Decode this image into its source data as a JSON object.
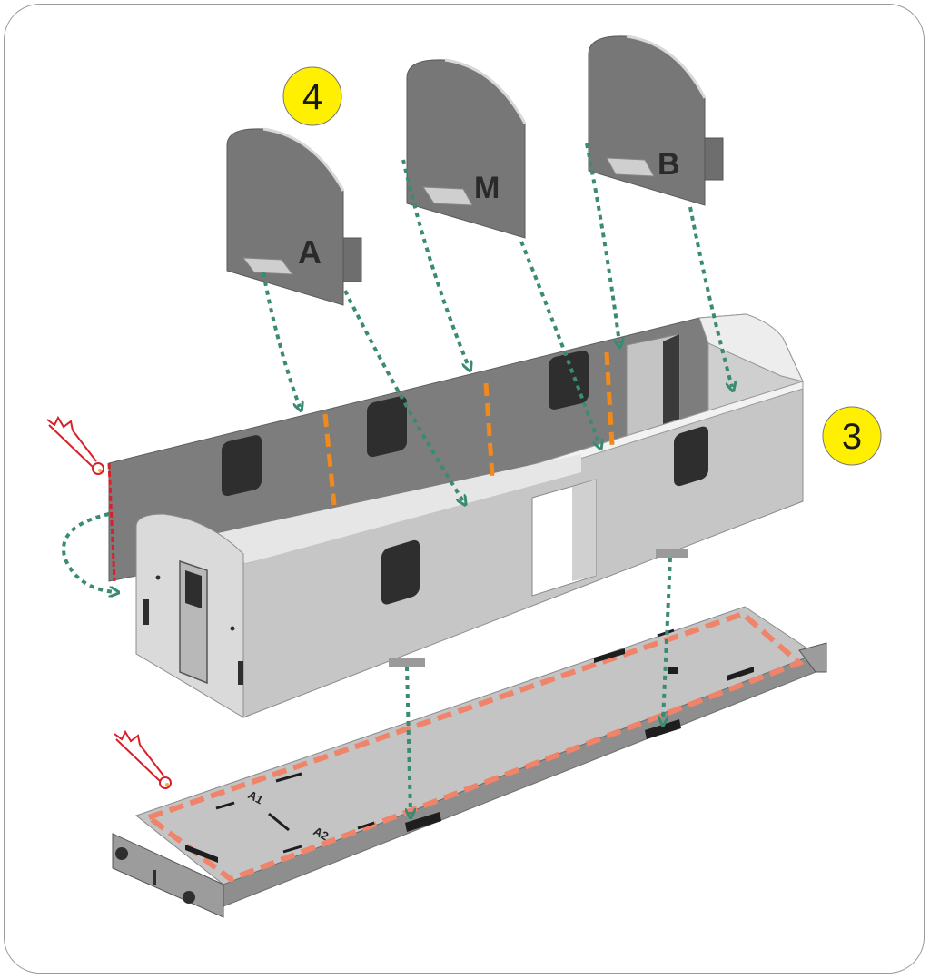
{
  "step_badges": {
    "step_4": "4",
    "step_3": "3"
  },
  "bulkhead_labels": {
    "a": "A",
    "m": "M",
    "b": "B"
  },
  "floor_marks": {
    "a1": "A1",
    "a2": "A2"
  },
  "colors": {
    "badge_fill": "#fff000",
    "guide_arrow": "#3a8a74",
    "fold_line": "#f08a1c",
    "glue_outline": "#f0846a",
    "cut_line": "#d8202a",
    "wall_dark": "#7a7a7a",
    "wall_light": "#c8c8c8",
    "window": "#2e2e2e"
  },
  "icons": [
    "scissors-icon",
    "scissors-icon"
  ]
}
